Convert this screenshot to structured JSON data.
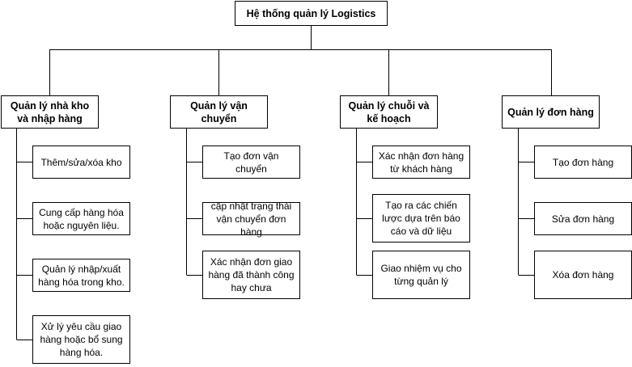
{
  "root": {
    "label": "Hệ thống quản lý Logistics"
  },
  "categories": [
    {
      "label": "Quản lý nhà kho và nhập hàng",
      "items": [
        "Thêm/sửa/xóa kho",
        "Cung cấp hàng hóa hoặc nguyên liệu.",
        "Quản lý nhập/xuất hàng hóa trong kho.",
        "Xử lý yêu cầu giao hàng hoặc bổ sung hàng hóa."
      ]
    },
    {
      "label": "Quản lý vận chuyển",
      "items": [
        "Tạo đơn vận chuyển",
        "cập nhật trạng thái vận chuyển đơn hàng",
        "Xác nhận đơn giao hàng đã thành công hay chưa"
      ]
    },
    {
      "label": "Quản lý chuỗi và kế hoạch",
      "items": [
        "Xác nhận đơn hàng từ khách hàng",
        "Tạo ra các chiến lược dựa trên báo cáo và dữ liệu",
        "Giao nhiệm vụ cho từng quản lý"
      ]
    },
    {
      "label": "Quản lý đơn hàng",
      "items": [
        "Tạo đơn hàng",
        "Sửa đơn hàng",
        "Xóa đơn hàng"
      ]
    }
  ]
}
